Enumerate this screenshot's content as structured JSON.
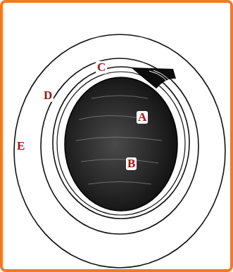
{
  "diagram": {
    "labels": [
      "C",
      "A",
      "D",
      "B",
      "E"
    ]
  }
}
